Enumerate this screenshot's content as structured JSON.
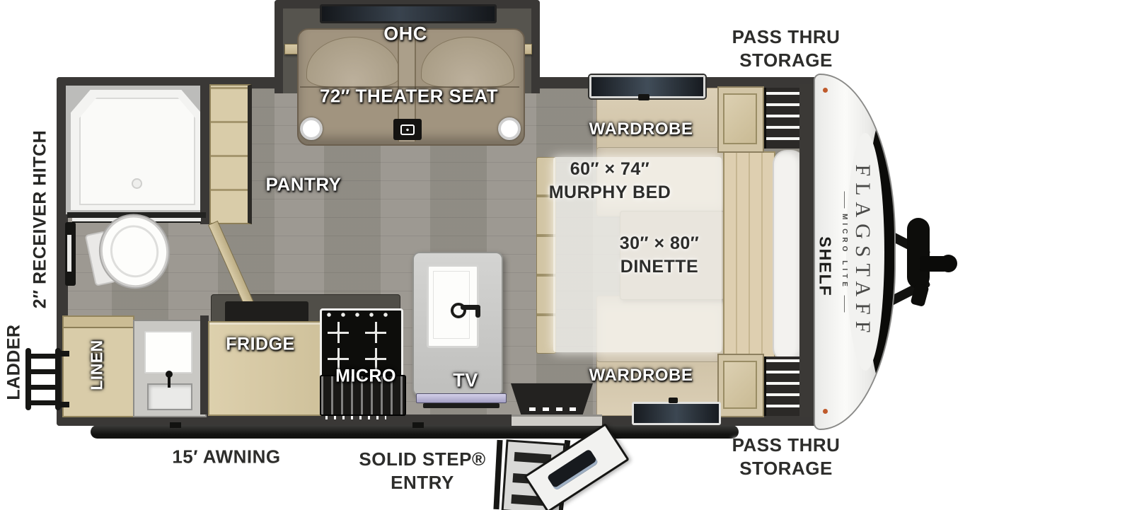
{
  "title": "Flagstaff Micro Lite Travel Trailer Floor Plan",
  "colors": {
    "wall": "#3a3836",
    "floor": "#97938b",
    "cabinet_wood": "#d9cca9",
    "cushion": "#cfc4af",
    "theater_seat": "#a1947f",
    "island_gray": "#c9c9c7",
    "tv_accent": "#b6b2d4",
    "cap_white": "#f4f4f2",
    "rivet_orange": "#bf5a2b"
  },
  "exterior_labels": {
    "pass_thru_storage_top": {
      "line1": "PASS THRU",
      "line2": "STORAGE"
    },
    "pass_thru_storage_bottom": {
      "line1": "PASS THRU",
      "line2": "STORAGE"
    },
    "awning": "15′ AWNING",
    "solid_step_entry": {
      "line1": "SOLID STEP®",
      "line2": "ENTRY"
    },
    "receiver_hitch": "2″ RECEIVER HITCH",
    "ladder": "LADDER",
    "brand": {
      "name": "FLAGSTAFF",
      "sub": "MICRO LITE"
    }
  },
  "interior_labels": {
    "ohc": "OHC",
    "theater_seat": "72″ THEATER SEAT",
    "wardrobe_top": "WARDROBE",
    "murphy_bed": {
      "line1": "60″ × 74″",
      "line2": "MURPHY BED"
    },
    "dinette": {
      "line1": "30″ × 80″",
      "line2": "DINETTE"
    },
    "pantry": "PANTRY",
    "shelf": "SHELF",
    "linen": "LINEN",
    "fridge": "FRIDGE",
    "micro": "MICRO",
    "tv": "TV",
    "wardrobe_bottom": "WARDROBE"
  }
}
